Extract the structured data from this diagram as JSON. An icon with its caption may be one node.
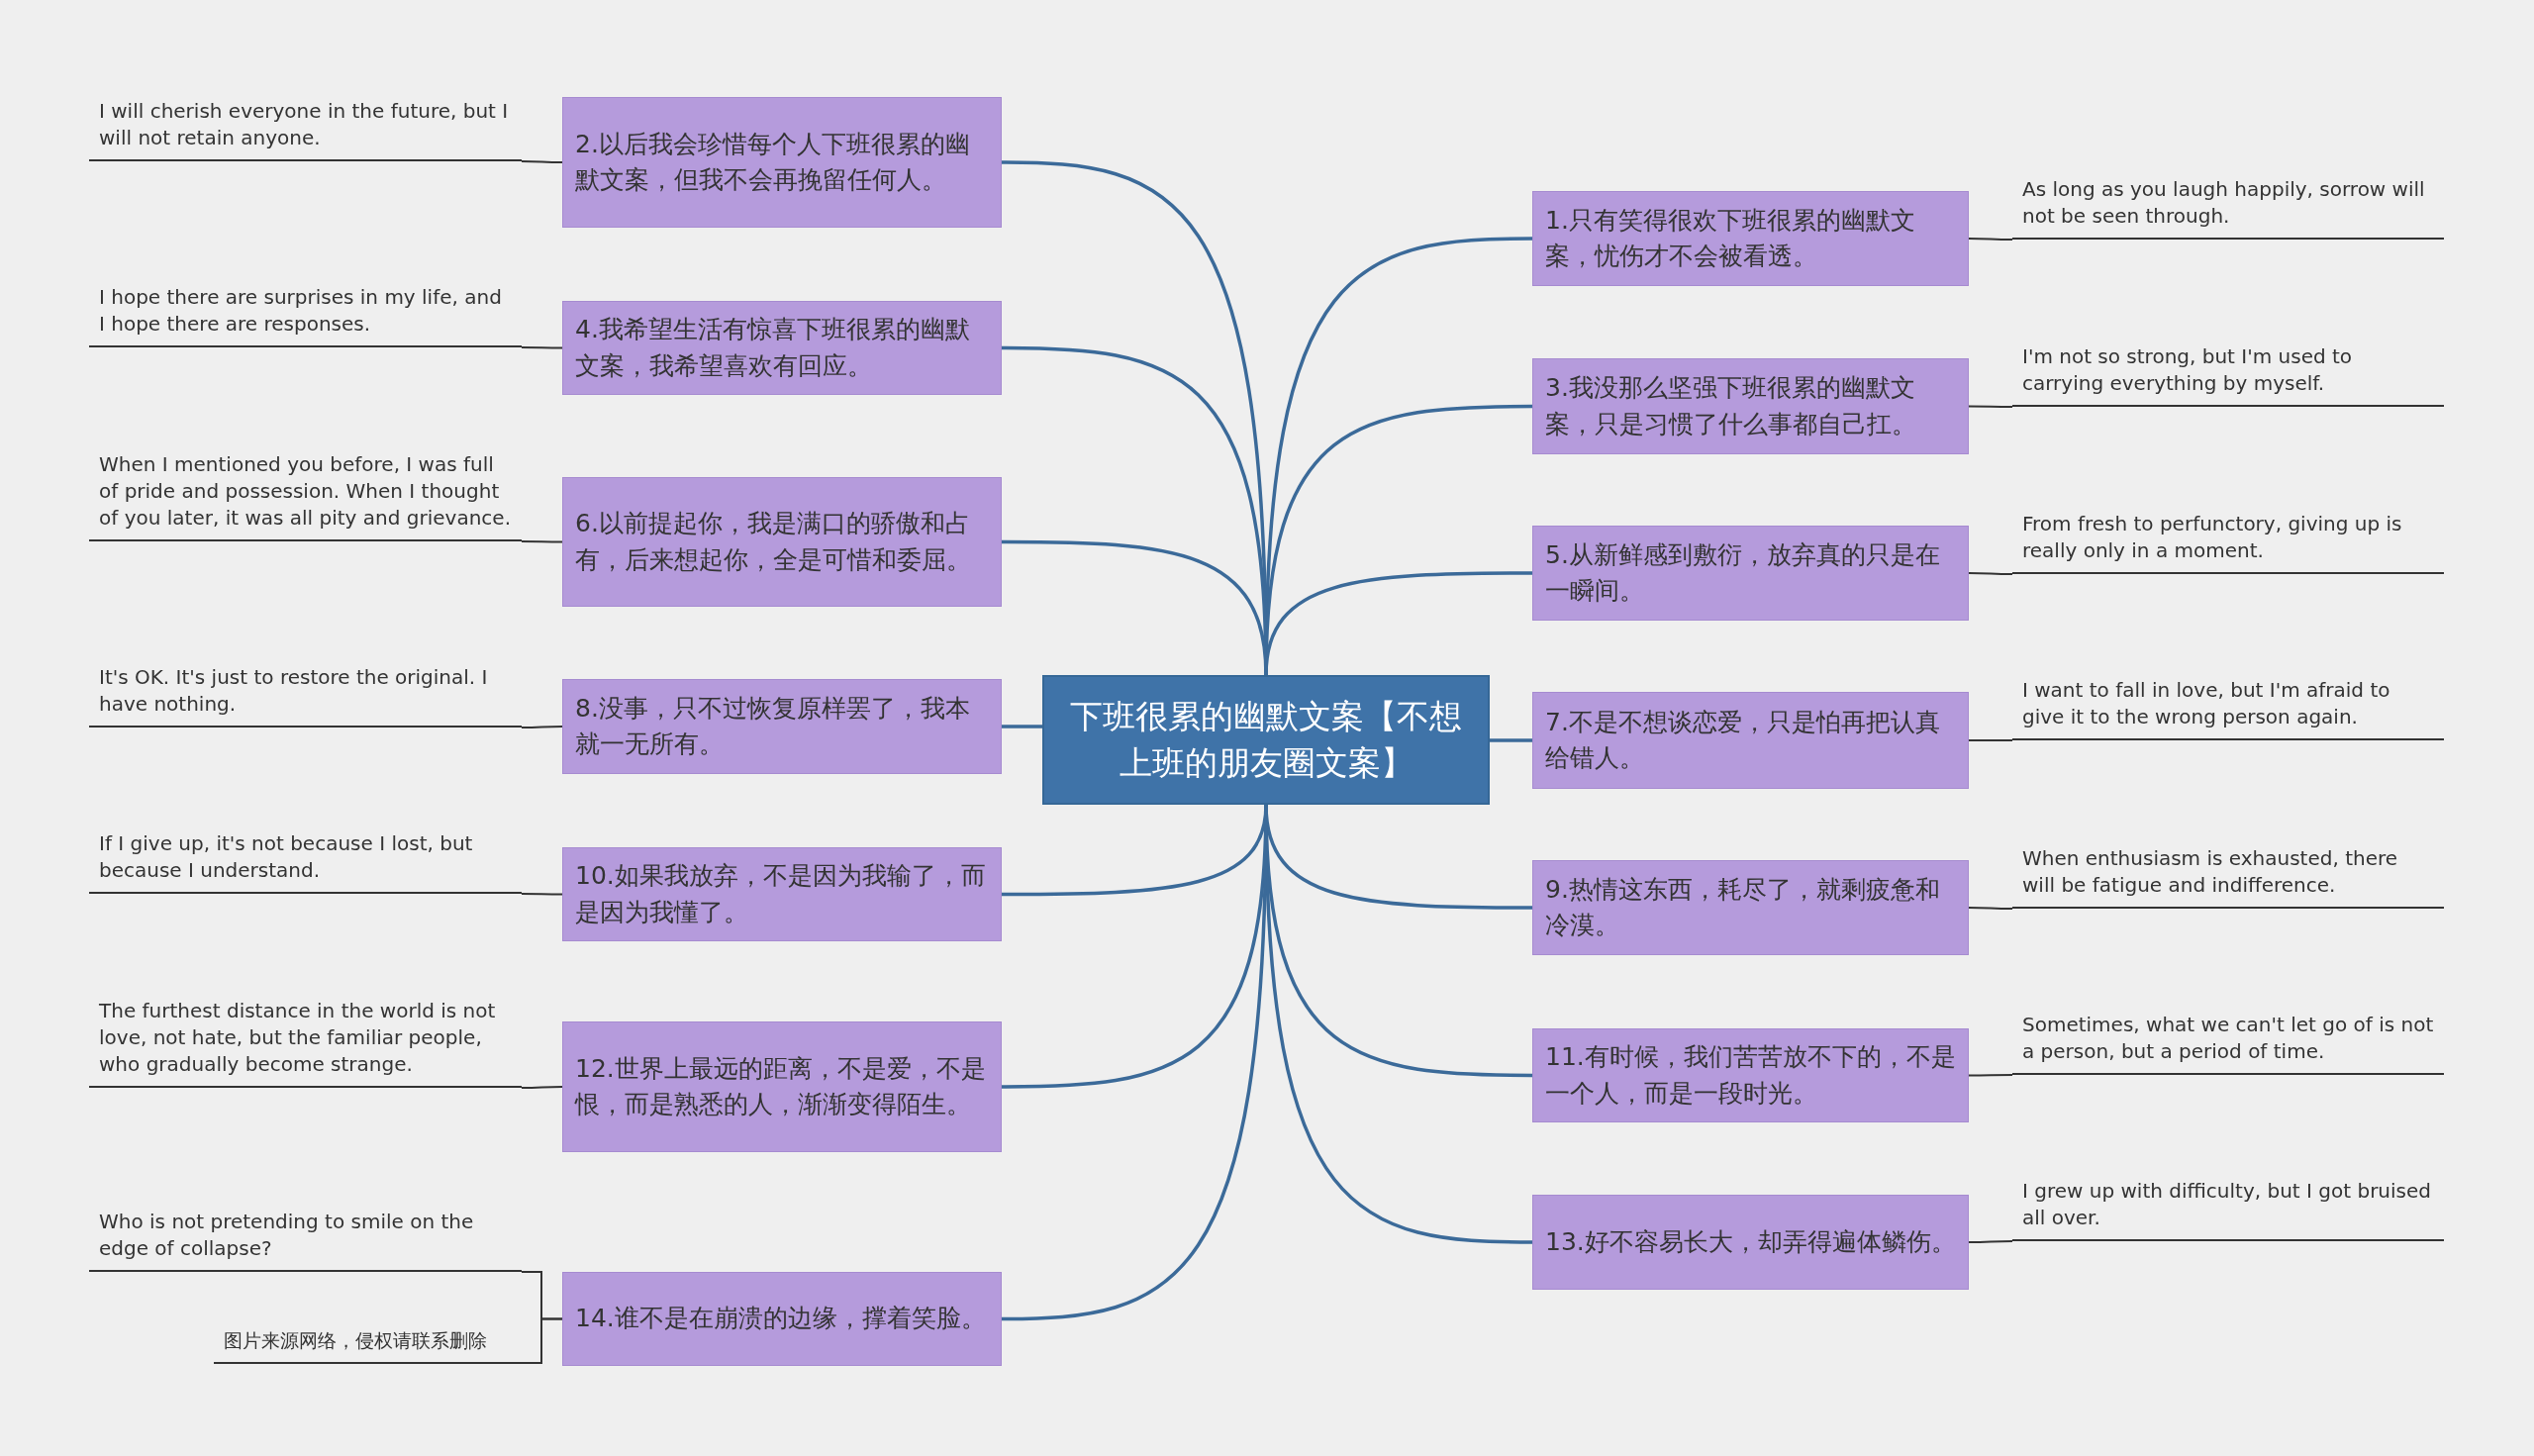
{
  "diagram": {
    "nodes": [
      {
        "text": [
          "下班很累的幽默文案【不想上班的朋友圈文案】"
        ]
      },
      {
        "text": [
          "1.只有笑得很欢下班很累的幽默文案，忧伤才不会被看透。"
        ]
      },
      {
        "text": [
          "2.以后我会珍惜每个人下班很累的幽默文案，但我不会再挽留任何人。"
        ]
      },
      {
        "text": [
          "3.我没那么坚强下班很累的幽默文案，只是习惯了什么事都自己扛。"
        ]
      },
      {
        "text": [
          "4.我希望生活有惊喜下班很累的幽默文案，我希望喜欢有回应。"
        ]
      },
      {
        "text": [
          "5.从新鲜感到敷衍，放弃真的只是在一瞬间。"
        ]
      },
      {
        "text": [
          "6.以前提起你，我是满口的骄傲和占有，后来想起你，全是可惜和委屈。"
        ]
      },
      {
        "text": [
          "7.不是不想谈恋爱，只是怕再把认真给错人。"
        ]
      },
      {
        "text": [
          "8.没事，只不过恢复原样罢了，我本就一无所有。"
        ]
      },
      {
        "text": [
          "9.热情这东西，耗尽了，就剩疲惫和冷漠。"
        ]
      },
      {
        "text": [
          "10.如果我放弃，不是因为我输了，而是因为我懂了。"
        ]
      },
      {
        "text": [
          "11.有时候，我们苦苦放不下的，不是一个人，而是一段时光。"
        ]
      },
      {
        "text": [
          "12.世界上最远的距离，不是爱，不是恨，而是熟悉的人，渐渐变得陌生。"
        ]
      },
      {
        "text": [
          "13.好不容易长大，却弄得遍体鳞伤。"
        ]
      },
      {
        "text": [
          "14.谁不是在崩溃的边缘，撑着笑脸。"
        ]
      },
      {
        "text": [
          "As long as you laugh happily, sorrow will not be seen through."
        ]
      },
      {
        "text": [
          "I will cherish everyone in the future, but I will not retain anyone."
        ]
      },
      {
        "text": [
          "I'm not so strong, but I'm used to carrying everything by myself."
        ]
      },
      {
        "text": [
          "I hope there are surprises in my life, and I hope there are responses."
        ]
      },
      {
        "text": [
          "From fresh to perfunctory, giving up is really only in a moment."
        ]
      },
      {
        "text": [
          "When I mentioned you before, I was full of pride and possession. When I thought of you later, it was all pity and grievance."
        ]
      },
      {
        "text": [
          "I want to fall in love, but I'm afraid to give it to the wrong person again."
        ]
      },
      {
        "text": [
          "It's OK. It's just to restore the original. I have nothing."
        ]
      },
      {
        "text": [
          "When enthusiasm is exhausted, there will be fatigue and indifference."
        ]
      },
      {
        "text": [
          "If I give up, it's not because I lost, but because I understand."
        ]
      },
      {
        "text": [
          "Sometimes, what we can't let go of is not a person, but a period of time."
        ]
      },
      {
        "text": [
          "The furthest distance in the world is not love, not hate, but the familiar people, who gradually become strange."
        ]
      },
      {
        "text": [
          "I grew up with difficulty, but I got bruised all over."
        ]
      },
      {
        "text": [
          "Who is not pretending to smile on the edge of collapse?"
        ]
      },
      {
        "text": [
          "图片来源网络，侵权请联系删除"
        ]
      }
    ],
    "edges": [
      {
        "from": 0,
        "to": 1,
        "arrow": "none",
        "color": "#3b6a99"
      },
      {
        "from": 0,
        "to": 2,
        "arrow": "none",
        "color": "#3b6a99"
      },
      {
        "from": 0,
        "to": 3,
        "arrow": "none",
        "color": "#3b6a99"
      },
      {
        "from": 0,
        "to": 4,
        "arrow": "none",
        "color": "#3b6a99"
      },
      {
        "from": 0,
        "to": 5,
        "arrow": "none",
        "color": "#3b6a99"
      },
      {
        "from": 0,
        "to": 6,
        "arrow": "none",
        "color": "#3b6a99"
      },
      {
        "from": 0,
        "to": 7,
        "arrow": "none",
        "color": "#3b6a99"
      },
      {
        "from": 0,
        "to": 8,
        "arrow": "none",
        "color": "#3b6a99"
      },
      {
        "from": 0,
        "to": 9,
        "arrow": "none",
        "color": "#3b6a99"
      },
      {
        "from": 0,
        "to": 10,
        "arrow": "none",
        "color": "#3b6a99"
      },
      {
        "from": 0,
        "to": 11,
        "arrow": "none",
        "color": "#3b6a99"
      },
      {
        "from": 0,
        "to": 12,
        "arrow": "none",
        "color": "#3b6a99"
      },
      {
        "from": 0,
        "to": 13,
        "arrow": "none",
        "color": "#3b6a99"
      },
      {
        "from": 0,
        "to": 14,
        "arrow": "none",
        "color": "#3b6a99"
      },
      {
        "from": 1,
        "to": 15,
        "arrow": "none"
      },
      {
        "from": 2,
        "to": 16,
        "arrow": "none"
      },
      {
        "from": 3,
        "to": 17,
        "arrow": "none"
      },
      {
        "from": 4,
        "to": 18,
        "arrow": "none"
      },
      {
        "from": 5,
        "to": 19,
        "arrow": "none"
      },
      {
        "from": 6,
        "to": 20,
        "arrow": "none"
      },
      {
        "from": 7,
        "to": 21,
        "arrow": "none"
      },
      {
        "from": 8,
        "to": 22,
        "arrow": "none"
      },
      {
        "from": 9,
        "to": 23,
        "arrow": "none"
      },
      {
        "from": 10,
        "to": 24,
        "arrow": "none"
      },
      {
        "from": 11,
        "to": 25,
        "arrow": "none"
      },
      {
        "from": 12,
        "to": 26,
        "arrow": "none"
      },
      {
        "from": 13,
        "to": 27,
        "arrow": "none"
      },
      {
        "from": 14,
        "to": 28,
        "arrow": "none"
      },
      {
        "from": 14,
        "to": 29,
        "arrow": "none"
      }
    ]
  }
}
